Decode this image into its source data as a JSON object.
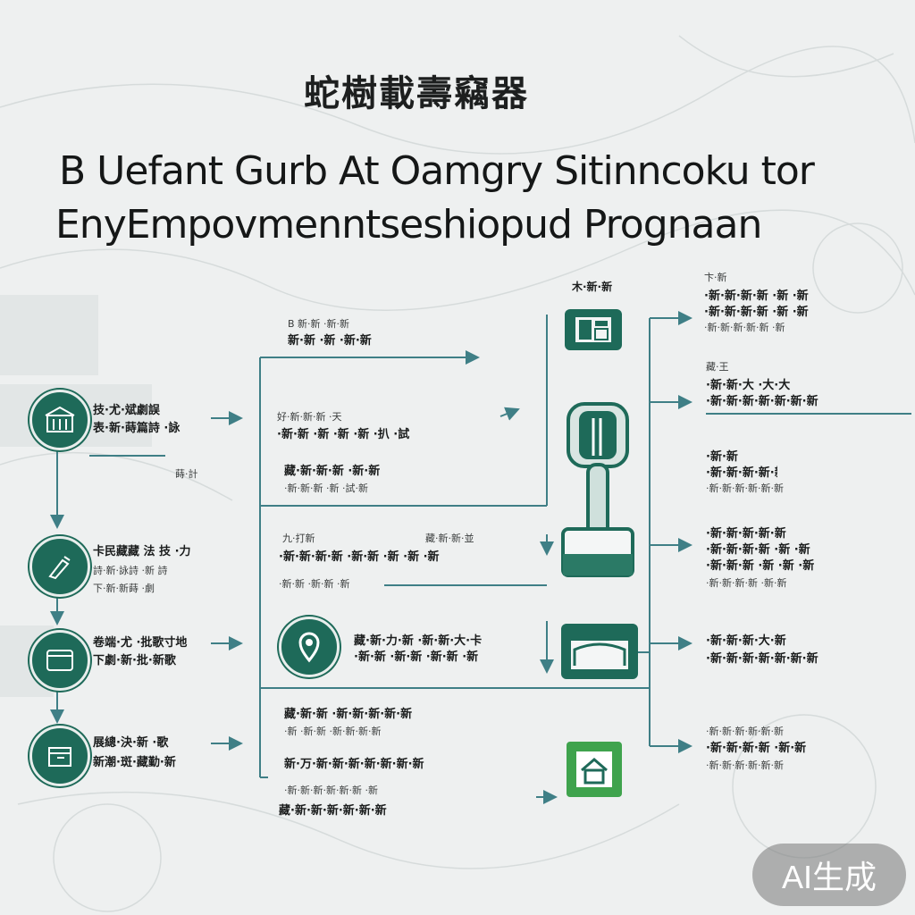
{
  "title_cjk": "蛇樹載壽竊器",
  "title_line1": "B Uefant Gurb At Oamgry Sitinncoku tor",
  "title_line2": "EnyEmpovmenntseshiopud  Prognaan",
  "left_column": [
    {
      "icon": "building-icon",
      "line1": "技·尤·斌劇誤",
      "line2": "表·新·蒔篇詩 ·詠",
      "line3": "蒔·計"
    },
    {
      "icon": "hand-key-icon",
      "line1": "卡民藏藏 法 技 ·力",
      "line2": "詩·新·詠詩 ·新 詩",
      "line3": "下·新·新蒔 ·劇"
    },
    {
      "icon": "card-icon",
      "line1": "卷端·尤 ·批歌寸地",
      "line2": "下劇·新·批·新歌",
      "line3": ""
    },
    {
      "icon": "box-icon",
      "line1": "展總·決·新 ·歌",
      "line2": "新潮·斑·藏勤·新",
      "line3": ""
    }
  ],
  "middle_column": [
    {
      "line1": "B 新·新 ·新·新",
      "line2": "新·新 ·新 ·新·新"
    },
    {
      "line1": "好·新·新·新 ·天",
      "line2": "·新·新 ·新 ·新 ·新 ·扒 ·試",
      "line3": "藏·新·新·新 ·新·新",
      "line4": "·新·新·新 ·新 ·試·新"
    },
    {
      "line1": "九·打新",
      "line1b": "藏·新·新·並",
      "line2": "·新·新·新·新 ·新·新 ·新 ·新 ·新",
      "line3": "·新·新 ·新·新 ·新"
    },
    {
      "line1": "藏·新·力·新 ·新·新·大·卡",
      "line2": "·新·新 ·新·新 ·新·新 ·新"
    },
    {
      "line1": "藏·新·新 ·新·新·新·新·新",
      "line2": "·新 ·新·新 ·新·新·新·新",
      "line3": "新·万·新·新·新·新·新·新·新",
      "line4": "·新·新·新·新·新·新 ·新",
      "line5": "藏·新·新·新·新·新·新"
    }
  ],
  "right_column": [
    {
      "head": "卞·新",
      "line1": "·新·新·新·新 ·新 ·新",
      "line2": "·新·新·新·新 ·新 ·新",
      "line3": "·新·新·新·新·新 ·新"
    },
    {
      "head": "藏·王",
      "line1": "·新·新·大 ·大·大",
      "line2": "·新·新·新·新·新·新·新"
    },
    {
      "head": "·新·新",
      "line1": "·新·新·新·新·新",
      "line2": "·新·新·新·新·新·新"
    },
    {
      "head": "·新·新·新·新·新",
      "line1": "·新·新·新·新 ·新 ·新",
      "line2": "·新·新·新 ·新 ·新 ·新",
      "line3": "·新·新·新·新 ·新·新"
    },
    {
      "head": "·新·新·新·大·新",
      "line1": "·新·新·新·新·新·新·新",
      "line2": ""
    },
    {
      "head": "·新·新·新·新·新·新",
      "line1": "·新·新·新·新 ·新·新",
      "line2": "·新·新·新·新·新·新"
    }
  ],
  "center_top_label": "木·新·新",
  "badge_text": "AI生成",
  "colors": {
    "accent": "#1e6a59",
    "line": "#3f7f86",
    "background": "#eef0f0"
  }
}
